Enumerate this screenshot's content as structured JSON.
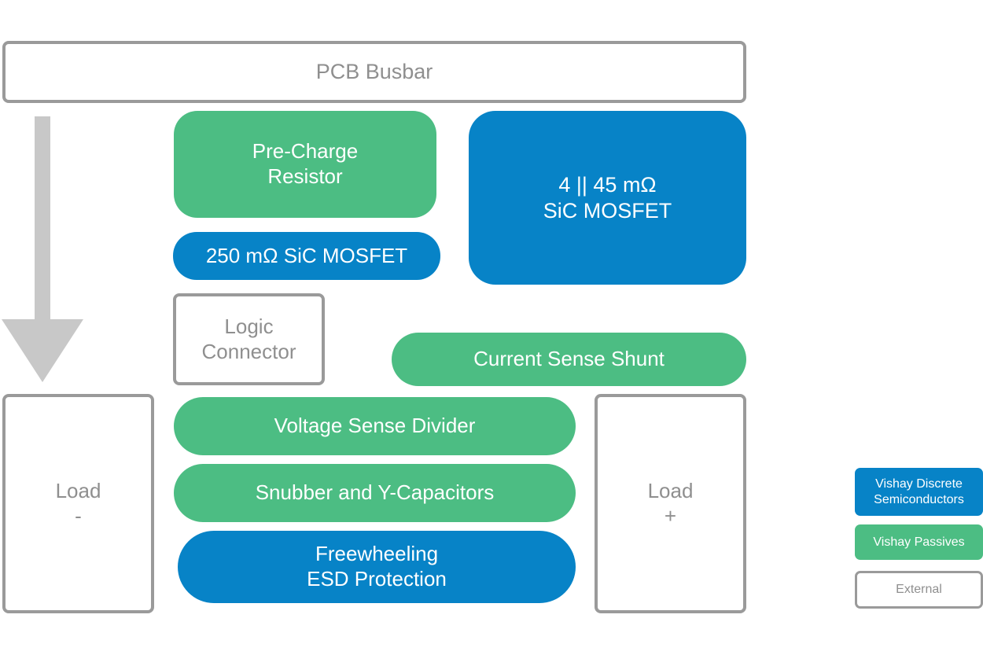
{
  "diagram": {
    "pcb_busbar": "PCB Busbar",
    "pre_charge_resistor": [
      "Pre-Charge",
      "Resistor"
    ],
    "main_mosfet": [
      "4 || 45 mΩ",
      "SiC MOSFET"
    ],
    "precharge_mosfet": "250 mΩ SiC MOSFET",
    "logic_connector": [
      "Logic",
      "Connector"
    ],
    "current_sense_shunt": "Current Sense Shunt",
    "load_minus": [
      "Load",
      "-"
    ],
    "load_plus": [
      "Load",
      "+"
    ],
    "voltage_sense_divider": "Voltage Sense Divider",
    "snubber": "Snubber and Y-Capacitors",
    "freewheeling": [
      "Freewheeling",
      "ESD Protection"
    ]
  },
  "legend": {
    "discrete": [
      "Vishay Discrete",
      "Semiconductors"
    ],
    "passives": "Vishay Passives",
    "external": "External"
  },
  "colors": {
    "vishay_passives": "#4cbd83",
    "vishay_discrete": "#0783c7",
    "external_border": "#9a9a9a",
    "external_text": "#8f8f8f",
    "arrow": "#c8c8c8"
  }
}
